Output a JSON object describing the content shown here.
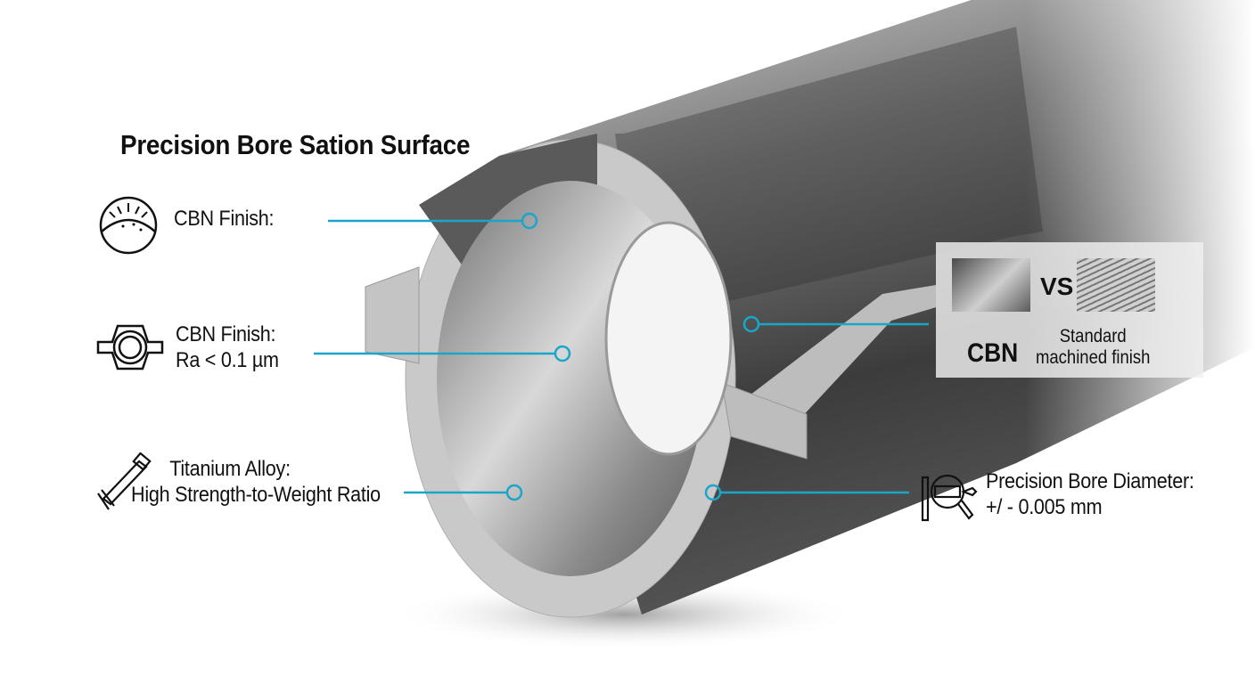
{
  "title": "Precision Bore Sation Surface",
  "callouts": [
    {
      "icon": "surface-finish-icon",
      "line1": "CBN Finish:"
    },
    {
      "icon": "bushing-icon",
      "line1": "CBN Finish:",
      "line2": "Ra < 0.1 µm"
    },
    {
      "icon": "caliper-icon",
      "line1": "Titanium Alloy:",
      "line2": "High Strength-to-Weight Ratio"
    },
    {
      "icon": "bore-gauge-magnifier-icon",
      "line1": "Precision Bore Diameter:",
      "line2": "+/ - 0.005 mm"
    }
  ],
  "comparison": {
    "vs": "VS",
    "left_label": "CBN",
    "right_label_line1": "Standard",
    "right_label_line2": "machined finish"
  },
  "colors": {
    "callout": "#1aa6c9",
    "text": "#111111"
  }
}
